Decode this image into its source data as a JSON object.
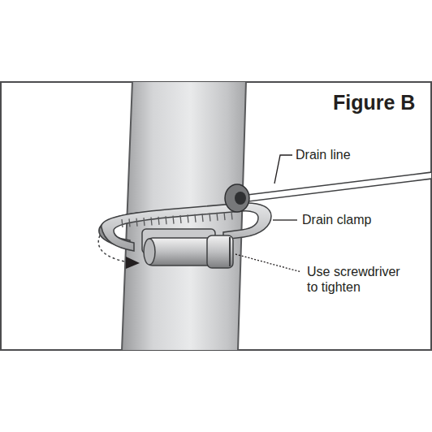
{
  "diagram": {
    "title": "Figure B",
    "labels": [
      "Drain line",
      "Drain clamp",
      "Use screwdriver to tighten"
    ]
  }
}
